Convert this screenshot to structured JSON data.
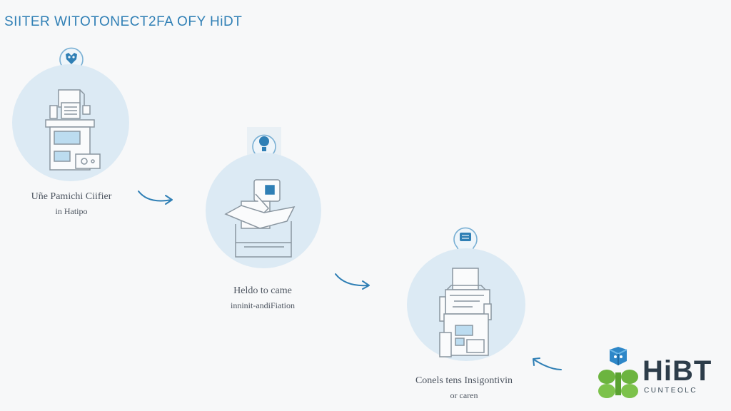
{
  "title": "SIITER WITOTONECT2FA OFY HiDT",
  "steps": [
    {
      "line1": "Uñe Pamichi Ciifier",
      "line2": "in Hatipo",
      "illustration": "printer-icon",
      "pin": "shield-icon"
    },
    {
      "line1": "Heldo to came",
      "line2": "inninit-andiFiation",
      "illustration": "open-box-icon",
      "pin": "tag-icon"
    },
    {
      "line1": "Conels tens Insigontivin",
      "line2": "or caren",
      "illustration": "printer-icon",
      "pin": "document-icon"
    }
  ],
  "logo": {
    "word": "HiBT",
    "sub": "CUNTEOLC"
  },
  "colors": {
    "accent": "#2f7fb5",
    "circle": "#dceaf4",
    "line": "#8a96a0",
    "logo_green": "#6cb43f",
    "logo_blue": "#2e87c8"
  }
}
